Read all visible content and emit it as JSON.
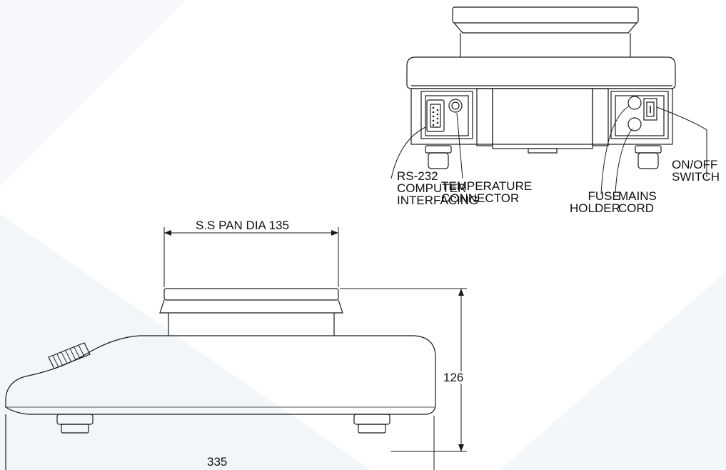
{
  "rear_view": {
    "labels": {
      "rs232": [
        "RS-232",
        "COMPUTER",
        "INTERFACING"
      ],
      "temperature": [
        "TEMPERATURE",
        "CONNECTOR"
      ],
      "fuse": [
        "FUSE",
        "HOLDER"
      ],
      "mains": [
        "MAINS",
        "CORD"
      ],
      "switch": [
        "ON/OFF",
        "SWITCH"
      ]
    }
  },
  "side_view": {
    "pan_label": "S.S PAN DIA 135",
    "height_label": "126",
    "length_label": "335"
  },
  "colors": {
    "line": "#1a1a1a",
    "background": "#ffffff",
    "watermark": "#f1f4f8"
  }
}
